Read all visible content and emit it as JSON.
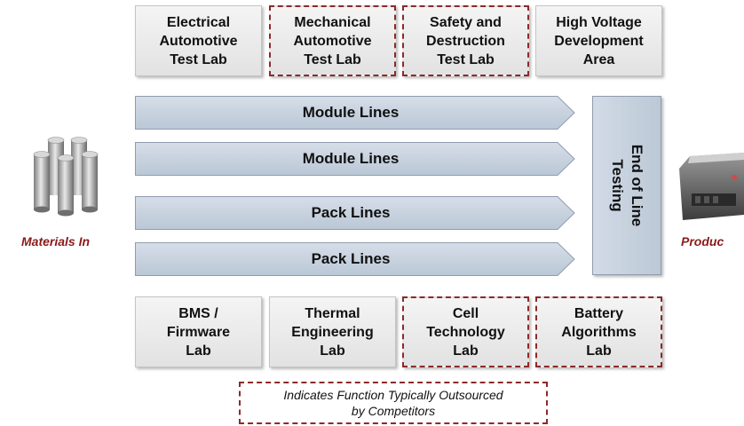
{
  "top_labs": [
    {
      "label": "Electrical\nAutomotive\nTest Lab",
      "outsourced": false
    },
    {
      "label": "Mechanical\nAutomotive\nTest Lab",
      "outsourced": true
    },
    {
      "label": "Safety and\nDestruction\nTest Lab",
      "outsourced": true
    },
    {
      "label": "High Voltage\nDevelopment\nArea",
      "outsourced": false
    }
  ],
  "lines": [
    {
      "label": "Module Lines"
    },
    {
      "label": "Module Lines"
    },
    {
      "label": "Pack Lines"
    },
    {
      "label": "Pack Lines"
    }
  ],
  "end_of_line": {
    "label": "End of Line\nTesting"
  },
  "materials_in": {
    "label": "Materials In"
  },
  "product_out": {
    "label": "Produc"
  },
  "bottom_labs": [
    {
      "label": "BMS /\nFirmware\nLab",
      "outsourced": false
    },
    {
      "label": "Thermal\nEngineering\nLab",
      "outsourced": false
    },
    {
      "label": "Cell\nTechnology\nLab",
      "outsourced": true
    },
    {
      "label": "Battery\nAlgorithms\nLab",
      "outsourced": true
    }
  ],
  "legend": {
    "label": "Indicates Function Typically Outsourced\nby Competitors"
  },
  "colors": {
    "outsourced_border": "#8c2a2a",
    "line_fill": "#c9d3df",
    "label_red": "#8b1a1a"
  }
}
